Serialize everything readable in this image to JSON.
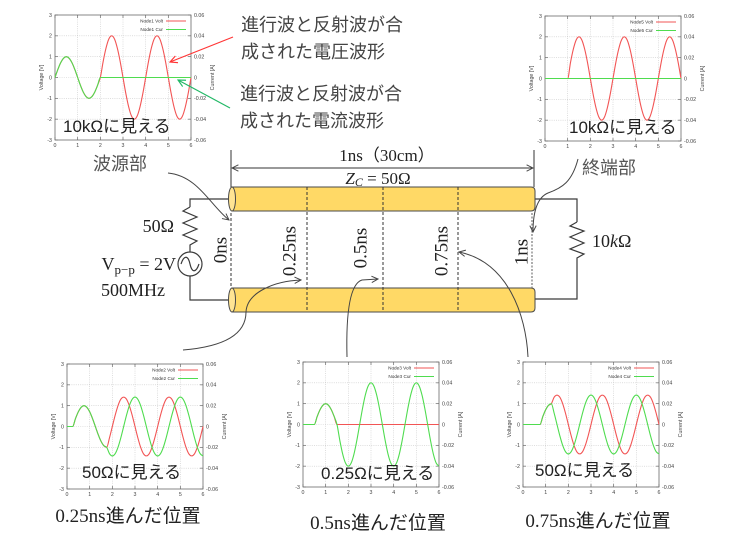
{
  "annotations": {
    "voltage_note": [
      "進行波と反射波が合",
      "成された電圧波形"
    ],
    "current_note": [
      "進行波と反射波が合",
      "成された電流波形"
    ],
    "source_section": "波源部",
    "termination_section": "終端部"
  },
  "circuit": {
    "line_length": "1ns（30cm）",
    "impedance": {
      "symbol": "Z",
      "subscript": "C",
      "value": " = 50Ω"
    },
    "source_resistance": "50Ω",
    "source_voltage": {
      "symbol": "V",
      "subscript": "p−p",
      "value": " = 2V"
    },
    "source_frequency": "500MHz",
    "load_resistance": {
      "value": "10",
      "prefix": "k",
      "unit": "Ω"
    },
    "markers": [
      "0ns",
      "0.25ns",
      "0.5ns",
      "0.75ns",
      "1ns"
    ]
  },
  "captions": [
    "0.25ns進んだ位置",
    "0.5ns進んだ位置",
    "0.75ns進んだ位置"
  ],
  "colors": {
    "voltage": "#f25555",
    "current": "#4fdc4f",
    "cable": "#ffd966",
    "voltage_callout": "#ff3535",
    "current_callout": "#22b866"
  },
  "chart_data": [
    {
      "type": "line",
      "title": "",
      "xlabel": "",
      "ylabel": "Voltage [V]",
      "y2label": "Current [A]",
      "xlim": [
        0,
        6
      ],
      "ylim": [
        -3,
        3
      ],
      "y2lim": [
        -0.06,
        0.06
      ],
      "xticks": [
        0,
        1,
        2,
        3,
        4,
        5,
        6
      ],
      "yticks": [
        3,
        2,
        1,
        0,
        -1,
        -2,
        -3
      ],
      "y2ticks": [
        0.06,
        0.04,
        0.02,
        0,
        -0.02,
        -0.04,
        -0.06
      ],
      "grid": true,
      "legend": "top-right",
      "overlay_text": "10kΩに見える",
      "x": [
        0,
        0.125,
        0.25,
        0.375,
        0.5,
        0.625,
        0.75,
        0.875,
        1,
        1.125,
        1.25,
        1.375,
        1.5,
        1.625,
        1.75,
        1.875,
        2,
        2.125,
        2.25,
        2.375,
        2.5,
        2.625,
        2.75,
        2.875,
        3,
        3.125,
        3.25,
        3.375,
        3.5,
        3.625,
        3.75,
        3.875,
        4,
        4.125,
        4.25,
        4.375,
        4.5,
        4.625,
        4.75,
        4.875,
        5,
        5.125,
        5.25,
        5.375,
        5.5,
        5.625,
        5.75,
        5.875,
        6
      ],
      "series": [
        {
          "name": "Node1 Volt",
          "axis": "left",
          "color": "#f25555",
          "values": [
            0,
            0.38,
            0.71,
            0.92,
            1,
            0.92,
            0.71,
            0.38,
            0,
            -0.38,
            -0.71,
            -0.92,
            -1,
            -0.92,
            -0.71,
            -0.38,
            0,
            0.77,
            1.41,
            1.85,
            2,
            1.85,
            1.41,
            0.77,
            0,
            -0.77,
            -1.41,
            -1.85,
            -2,
            -1.85,
            -1.41,
            -0.77,
            0,
            0.77,
            1.41,
            1.85,
            2,
            1.85,
            1.41,
            0.77,
            0,
            -0.77,
            -1.41,
            -1.85,
            -2,
            -1.85,
            -1.41,
            -0.77,
            0
          ]
        },
        {
          "name": "Node1 Cur",
          "axis": "right",
          "color": "#4fdc4f",
          "values": [
            0,
            0.0077,
            0.0141,
            0.0185,
            0.02,
            0.0185,
            0.0141,
            0.0077,
            0,
            -0.0077,
            -0.0141,
            -0.0185,
            -0.02,
            -0.0185,
            -0.0141,
            -0.0077,
            0,
            0,
            0,
            0,
            0,
            0,
            0,
            0,
            0,
            0,
            0,
            0,
            0,
            0,
            0,
            0,
            0,
            0,
            0,
            0,
            0,
            0,
            0,
            0,
            0,
            0,
            0,
            0,
            0,
            0,
            0,
            0,
            0
          ]
        }
      ]
    },
    {
      "type": "line",
      "title": "",
      "xlabel": "",
      "ylabel": "Voltage [V]",
      "y2label": "Current [A]",
      "xlim": [
        0,
        6
      ],
      "ylim": [
        -3,
        3
      ],
      "y2lim": [
        -0.06,
        0.06
      ],
      "xticks": [
        0,
        1,
        2,
        3,
        4,
        5,
        6
      ],
      "yticks": [
        3,
        2,
        1,
        0,
        -1,
        -2,
        -3
      ],
      "y2ticks": [
        0.06,
        0.04,
        0.02,
        0,
        -0.02,
        -0.04,
        -0.06
      ],
      "grid": true,
      "legend": "top-right",
      "overlay_text": "50Ωに見える",
      "x": [
        0,
        0.125,
        0.25,
        0.375,
        0.5,
        0.625,
        0.75,
        0.875,
        1,
        1.125,
        1.25,
        1.375,
        1.5,
        1.625,
        1.75,
        1.875,
        2,
        2.125,
        2.25,
        2.375,
        2.5,
        2.625,
        2.75,
        2.875,
        3,
        3.125,
        3.25,
        3.375,
        3.5,
        3.625,
        3.75,
        3.875,
        4,
        4.125,
        4.25,
        4.375,
        4.5,
        4.625,
        4.75,
        4.875,
        5,
        5.125,
        5.25,
        5.375,
        5.5,
        5.625,
        5.75,
        5.875,
        6
      ],
      "series": [
        {
          "name": "Node2 Volt",
          "axis": "left",
          "color": "#f25555",
          "values": [
            0,
            0,
            0,
            0.38,
            0.71,
            0.92,
            1,
            0.92,
            0.71,
            0.38,
            0,
            -0.38,
            -0.71,
            -0.92,
            -1,
            -0.54,
            0,
            0.54,
            1,
            1.31,
            1.41,
            1.31,
            1,
            0.54,
            0,
            -0.54,
            -1,
            -1.31,
            -1.41,
            -1.31,
            -1,
            -0.54,
            0,
            0.54,
            1,
            1.31,
            1.41,
            1.31,
            1,
            0.54,
            0,
            -0.54,
            -1,
            -1.31,
            -1.41,
            -1.31,
            -1,
            -0.54,
            0
          ]
        },
        {
          "name": "Node2 Cur",
          "axis": "right",
          "color": "#4fdc4f",
          "values": [
            0,
            0,
            0,
            0.0077,
            0.0141,
            0.0185,
            0.02,
            0.0185,
            0.0141,
            0.0077,
            0,
            -0.0077,
            -0.0141,
            -0.0185,
            -0.02,
            -0.0261,
            -0.0283,
            -0.0261,
            -0.02,
            -0.0108,
            0,
            0.0108,
            0.02,
            0.0261,
            0.0283,
            0.0261,
            0.02,
            0.0108,
            0,
            -0.0108,
            -0.02,
            -0.0261,
            -0.0283,
            -0.0261,
            -0.02,
            -0.0108,
            0,
            0.0108,
            0.02,
            0.0261,
            0.0283,
            0.0261,
            0.02,
            0.0108,
            0,
            -0.0108,
            -0.02,
            -0.0261,
            -0.0283
          ]
        }
      ]
    },
    {
      "type": "line",
      "title": "",
      "xlabel": "",
      "ylabel": "Voltage [V]",
      "y2label": "Current [A]",
      "xlim": [
        0,
        6
      ],
      "ylim": [
        -3,
        3
      ],
      "y2lim": [
        -0.06,
        0.06
      ],
      "xticks": [
        0,
        1,
        2,
        3,
        4,
        5,
        6
      ],
      "yticks": [
        3,
        2,
        1,
        0,
        -1,
        -2,
        -3
      ],
      "y2ticks": [
        0.06,
        0.04,
        0.02,
        0,
        -0.02,
        -0.04,
        -0.06
      ],
      "grid": true,
      "legend": "top-right",
      "overlay_text": "0.25Ωに見える",
      "x": [
        0,
        0.125,
        0.25,
        0.375,
        0.5,
        0.625,
        0.75,
        0.875,
        1,
        1.125,
        1.25,
        1.375,
        1.5,
        1.625,
        1.75,
        1.875,
        2,
        2.125,
        2.25,
        2.375,
        2.5,
        2.625,
        2.75,
        2.875,
        3,
        3.125,
        3.25,
        3.375,
        3.5,
        3.625,
        3.75,
        3.875,
        4,
        4.125,
        4.25,
        4.375,
        4.5,
        4.625,
        4.75,
        4.875,
        5,
        5.125,
        5.25,
        5.375,
        5.5,
        5.625,
        5.75,
        5.875,
        6
      ],
      "series": [
        {
          "name": "Node3 Volt",
          "axis": "left",
          "color": "#f25555",
          "values": [
            0,
            0,
            0,
            0,
            0,
            0.38,
            0.71,
            0.92,
            1,
            0.92,
            0.71,
            0.38,
            0,
            0,
            0,
            0,
            0,
            0,
            0,
            0,
            0,
            0,
            0,
            0,
            0,
            0,
            0,
            0,
            0,
            0,
            0,
            0,
            0,
            0,
            0,
            0,
            0,
            0,
            0,
            0,
            0,
            0,
            0,
            0,
            0,
            0,
            0,
            0,
            0
          ]
        },
        {
          "name": "Node3 Cur",
          "axis": "right",
          "color": "#4fdc4f",
          "values": [
            0,
            0,
            0,
            0,
            0,
            0.0077,
            0.0141,
            0.0185,
            0.02,
            0.0185,
            0.0141,
            0.0077,
            0,
            -0.0153,
            -0.0283,
            -0.037,
            -0.04,
            -0.037,
            -0.0283,
            -0.0153,
            0,
            0.0153,
            0.0283,
            0.037,
            0.04,
            0.037,
            0.0283,
            0.0153,
            0,
            -0.0153,
            -0.0283,
            -0.037,
            -0.04,
            -0.037,
            -0.0283,
            -0.0153,
            0,
            0.0153,
            0.0283,
            0.037,
            0.04,
            0.037,
            0.0283,
            0.0153,
            0,
            -0.0153,
            -0.0283,
            -0.037,
            -0.04
          ]
        }
      ]
    },
    {
      "type": "line",
      "title": "",
      "xlabel": "",
      "ylabel": "Voltage [V]",
      "y2label": "Current [A]",
      "xlim": [
        0,
        6
      ],
      "ylim": [
        -3,
        3
      ],
      "y2lim": [
        -0.06,
        0.06
      ],
      "xticks": [
        0,
        1,
        2,
        3,
        4,
        5,
        6
      ],
      "yticks": [
        3,
        2,
        1,
        0,
        -1,
        -2,
        -3
      ],
      "y2ticks": [
        0.06,
        0.04,
        0.02,
        0,
        -0.02,
        -0.04,
        -0.06
      ],
      "grid": true,
      "legend": "top-right",
      "overlay_text": "50Ωに見える",
      "x": [
        0,
        0.125,
        0.25,
        0.375,
        0.5,
        0.625,
        0.75,
        0.875,
        1,
        1.125,
        1.25,
        1.375,
        1.5,
        1.625,
        1.75,
        1.875,
        2,
        2.125,
        2.25,
        2.375,
        2.5,
        2.625,
        2.75,
        2.875,
        3,
        3.125,
        3.25,
        3.375,
        3.5,
        3.625,
        3.75,
        3.875,
        4,
        4.125,
        4.25,
        4.375,
        4.5,
        4.625,
        4.75,
        4.875,
        5,
        5.125,
        5.25,
        5.375,
        5.5,
        5.625,
        5.75,
        5.875,
        6
      ],
      "series": [
        {
          "name": "Node4 Volt",
          "axis": "left",
          "color": "#f25555",
          "values": [
            0,
            0,
            0,
            0,
            0,
            0,
            0,
            0.38,
            0.71,
            0.92,
            1,
            1.31,
            1.41,
            1.31,
            1,
            0.54,
            0,
            -0.54,
            -1,
            -1.31,
            -1.41,
            -1.31,
            -1,
            -0.54,
            0,
            0.54,
            1,
            1.31,
            1.41,
            1.31,
            1,
            0.54,
            0,
            -0.54,
            -1,
            -1.31,
            -1.41,
            -1.31,
            -1,
            -0.54,
            0,
            0.54,
            1,
            1.31,
            1.41,
            1.31,
            1,
            0.54,
            0
          ]
        },
        {
          "name": "Node4 Cur",
          "axis": "right",
          "color": "#4fdc4f",
          "values": [
            0,
            0,
            0,
            0,
            0,
            0,
            0,
            0.0077,
            0.0141,
            0.0185,
            0.02,
            0.0108,
            0,
            -0.0108,
            -0.02,
            -0.0261,
            -0.0283,
            -0.0261,
            -0.02,
            -0.0108,
            0,
            0.0108,
            0.02,
            0.0261,
            0.0283,
            0.0261,
            0.02,
            0.0108,
            0,
            -0.0108,
            -0.02,
            -0.0261,
            -0.0283,
            -0.0261,
            -0.02,
            -0.0108,
            0,
            0.0108,
            0.02,
            0.0261,
            0.0283,
            0.0261,
            0.02,
            0.0108,
            0,
            -0.0108,
            -0.02,
            -0.0261,
            -0.0283
          ]
        }
      ]
    },
    {
      "type": "line",
      "title": "",
      "xlabel": "",
      "ylabel": "Voltage [V]",
      "y2label": "Current [A]",
      "xlim": [
        0,
        6
      ],
      "ylim": [
        -3,
        3
      ],
      "y2lim": [
        -0.06,
        0.06
      ],
      "xticks": [
        0,
        1,
        2,
        3,
        4,
        5,
        6
      ],
      "yticks": [
        3,
        2,
        1,
        0,
        -1,
        -2,
        -3
      ],
      "y2ticks": [
        0.06,
        0.04,
        0.02,
        0,
        -0.02,
        -0.04,
        -0.06
      ],
      "grid": true,
      "legend": "top-right",
      "overlay_text": "10kΩに見える",
      "x": [
        0,
        0.125,
        0.25,
        0.375,
        0.5,
        0.625,
        0.75,
        0.875,
        1,
        1.125,
        1.25,
        1.375,
        1.5,
        1.625,
        1.75,
        1.875,
        2,
        2.125,
        2.25,
        2.375,
        2.5,
        2.625,
        2.75,
        2.875,
        3,
        3.125,
        3.25,
        3.375,
        3.5,
        3.625,
        3.75,
        3.875,
        4,
        4.125,
        4.25,
        4.375,
        4.5,
        4.625,
        4.75,
        4.875,
        5,
        5.125,
        5.25,
        5.375,
        5.5,
        5.625,
        5.75,
        5.875,
        6
      ],
      "series": [
        {
          "name": "Node5 Volt",
          "axis": "left",
          "color": "#f25555",
          "values": [
            0,
            0,
            0,
            0,
            0,
            0,
            0,
            0,
            0,
            0.77,
            1.41,
            1.85,
            2,
            1.85,
            1.41,
            0.77,
            0,
            -0.77,
            -1.41,
            -1.85,
            -2,
            -1.85,
            -1.41,
            -0.77,
            0,
            0.77,
            1.41,
            1.85,
            2,
            1.85,
            1.41,
            0.77,
            0,
            -0.77,
            -1.41,
            -1.85,
            -2,
            -1.85,
            -1.41,
            -0.77,
            0,
            0.77,
            1.41,
            1.85,
            2,
            1.85,
            1.41,
            0.77,
            0
          ]
        },
        {
          "name": "Node5 Cur",
          "axis": "right",
          "color": "#4fdc4f",
          "values": [
            0,
            0,
            0,
            0,
            0,
            0,
            0,
            0,
            0,
            0,
            0,
            0,
            0,
            0,
            0,
            0,
            0,
            0,
            0,
            0,
            0,
            0,
            0,
            0,
            0,
            0,
            0,
            0,
            0,
            0,
            0,
            0,
            0,
            0,
            0,
            0,
            0,
            0,
            0,
            0,
            0,
            0,
            0,
            0,
            0,
            0,
            0,
            0,
            0
          ]
        }
      ]
    }
  ]
}
